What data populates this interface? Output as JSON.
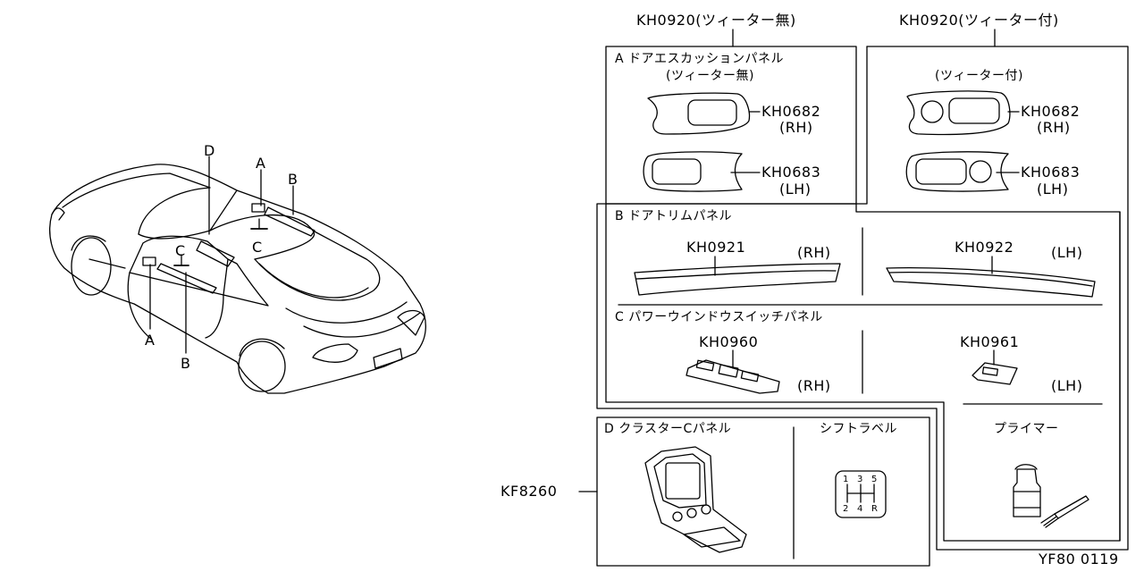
{
  "car_callouts": {
    "a_top": "A",
    "b_top": "B",
    "c_top": "C",
    "d_top": "D",
    "c_mid": "C",
    "a_bottom": "A",
    "b_bottom": "B"
  },
  "kits": {
    "no_tweeter": "KH0920(ツィーター無)",
    "with_tweeter": "KH0920(ツィーター付)"
  },
  "section_a": {
    "title": "A ドアエスカッションパネル",
    "subtitle": "(ツィーター無)",
    "subtitle_right": "(ツィーター付)",
    "parts": [
      {
        "code": "KH0682",
        "side": "(RH)"
      },
      {
        "code": "KH0683",
        "side": "(LH)"
      },
      {
        "code": "KH0682",
        "side": "(RH)"
      },
      {
        "code": "KH0683",
        "side": "(LH)"
      }
    ]
  },
  "section_b": {
    "title": "B ドアトリムパネル",
    "parts": [
      {
        "code": "KH0921",
        "side": "(RH)"
      },
      {
        "code": "KH0922",
        "side": "(LH)"
      }
    ]
  },
  "section_c": {
    "title": "C パワーウインドウスイッチパネル",
    "parts": [
      {
        "code": "KH0960",
        "side": "(RH)"
      },
      {
        "code": "KH0961",
        "side": "(LH)"
      }
    ]
  },
  "section_d": {
    "title": "D クラスターCパネル",
    "shift_label": "シフトラベル",
    "shift_numbers": [
      "1",
      "3",
      "5",
      "2",
      "4",
      "R"
    ],
    "primer": "プライマー",
    "kit_code": "KF8260"
  },
  "figure_id": "YF80 0119"
}
